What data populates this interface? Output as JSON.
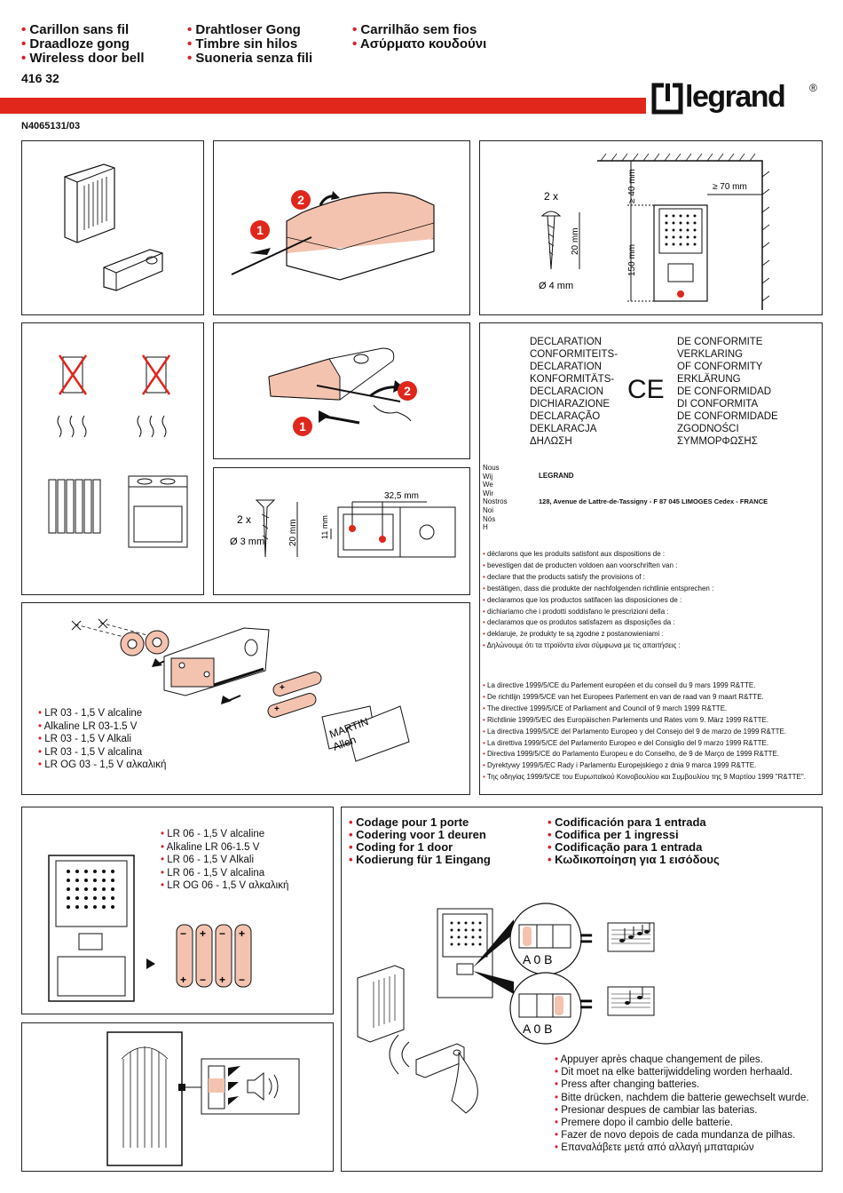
{
  "header": {
    "col1": [
      "Carillon sans fil",
      "Draadloze gong",
      "Wireless door bell"
    ],
    "col2": [
      "Drahtloser Gong",
      "Timbre sin hilos",
      "Suoneria senza fili"
    ],
    "col3": [
      "Carrilhão sem fios",
      "Ασύρματο κουδούνι"
    ],
    "code": "416 32",
    "brand": "legrand",
    "brand_mark": "®",
    "ref": "N4065131/03"
  },
  "colors": {
    "accent": "#e1261c",
    "peach": "#f4c3b0"
  },
  "panel_open": {
    "step1": "1",
    "step2": "2"
  },
  "panel_mount": {
    "qty": "2 x",
    "screw_len": "20 mm",
    "screw_dia": "Ø 4 mm",
    "top_gap": "≥ 40 mm",
    "side_gap": "≥ 70 mm",
    "height": "150 mm"
  },
  "panel_button_open": {
    "step1": "1",
    "step2": "2"
  },
  "panel_button_mount": {
    "qty": "2 x",
    "screw_dia": "Ø 3 mm",
    "screw_len": "20 mm",
    "hole_dist": "32,5 mm",
    "hole_h": "11 mm"
  },
  "panel_battery_btn": {
    "lines": [
      "LR 03 - 1,5 V alcaline",
      "Alkaline LR 03-1.5 V",
      "LR 03 - 1,5 V Alkali",
      "LR 03 - 1,5 V alcalina",
      "LR OG 03 - 1,5 V αλκαλική"
    ],
    "name1": "MARTIN",
    "name2": "Allen"
  },
  "panel_battery_chime": {
    "lines": [
      "LR 06 - 1,5 V alcaline",
      "Alkaline LR 06-1.5 V",
      "LR 06 - 1,5 V Alkali",
      "LR 06 - 1,5 V alcalina",
      "LR OG 06 - 1,5 V αλκαλική"
    ]
  },
  "declaration": {
    "left": [
      "DECLARATION",
      "CONFORMITEITS-",
      "DECLARATION",
      "KONFORMITÄTS-",
      "DECLARACION",
      "DICHIARAZIONE",
      "DECLARAÇÃO",
      "DEKLARACJA",
      "ΔΗΛΩΣΗ"
    ],
    "right": [
      "DE CONFORMITE",
      "VERKLARING",
      "OF CONFORMITY",
      "ERKLÄRUNG",
      "DE CONFORMIDAD",
      "DI CONFORMITA",
      "DE CONFORMIDADE",
      "ZGODNOŚCI",
      "ΣΥΜΜΟΡΦΩΣΗΣ"
    ],
    "ce": "CE",
    "pronouns": [
      "Nous",
      "Wij",
      "We",
      "Wir",
      "Nostros",
      "Noi",
      "Nós",
      "H"
    ],
    "company": "LEGRAND",
    "address": "128, Avenue de Lattre-de-Tassigny - F 87 045 LIMOGES Cedex - FRANCE",
    "declare": [
      "déclarons que les produits satisfont aux dispositions de :",
      "bevestigen dat de producten voldoen aan voorschriften van :",
      "declare that the products satisfy the provisions of :",
      "bestätigen, dass die produkte der nachfolgenden richtlinie entsprechen :",
      "declaramos que los productos satifacen las disposiciones de :",
      "dichiariamo che i prodotti soddisfano le prescrizioni della :",
      "declaramos que os produtos satisfazem as disposições da :",
      "deklaruje, że produkty te są zgodne z postanowieniami :",
      "Δηλώνουμε ότι τα ττροϊόντα είναι σύμφωνα με τις απαιτήσεις :"
    ],
    "directive": [
      "La directive 1999/5/CE du Parlement européen et du conseil du 9 mars 1999 R&TTE.",
      "De richtlijn 1999/5/CE van het Europees Parlement en van de raad van 9 maart R&TTE.",
      "The directive 1999/5/CE of Parliament and Council of 9 march 1999 R&TTE.",
      "Richtlinie 1999/5/EC des Europäischen Parlements und Rates vom 9. März 1999 R&TTE.",
      "La directiva 1999/5/CE del Parlamento Europeo y del Consejo del 9 de marzo de 1999 R&TTE.",
      "La direttiva 1999/5/CE del Parlamento Europeo e del Consiglio del 9 marzo 1999 R&TTE.",
      "Directiva 1999/5/CE do Parlamento Europeu e do Conselho, de 9 de Março de 1999 R&TTE.",
      "Dyrektywy 1999/5/EC Rady i Parlamentu Europejskiego z dnia 9 marca 1999 R&TTE.",
      "Της οδηγίας 1999/5/CE του Ευρωπαϊκού Κοινοβουλίου και Συμβουλίου της 9 Μαρτίου 1999 \"R&TTE\"."
    ]
  },
  "coding": {
    "col1": [
      "Codage pour 1 porte",
      "Codering voor 1 deuren",
      "Coding for 1 door",
      "Kodierung für 1 Eingang"
    ],
    "col2": [
      "Codificación para 1 entrada",
      "Codifica per 1 ingressi",
      "Codificação para 1 entrada",
      "Κωδικοποίηση για 1 εισόδους"
    ],
    "switch_labels": "A  0  B",
    "equals": "=",
    "press": [
      "Appuyer après chaque changement de piles.",
      "Dit moet na elke batterijwiddeling worden herhaald.",
      "Press after changing batteries.",
      "Bitte drücken, nachdem die batterie gewechselt wurde.",
      "Presionar despues de cambiar las baterias.",
      "Premere dopo il cambio delle batterie.",
      "Fazer de novo depois de cada mundanza de pilhas.",
      "Επαναλάβετε μετά από αλλαγή μπαταριών"
    ]
  }
}
